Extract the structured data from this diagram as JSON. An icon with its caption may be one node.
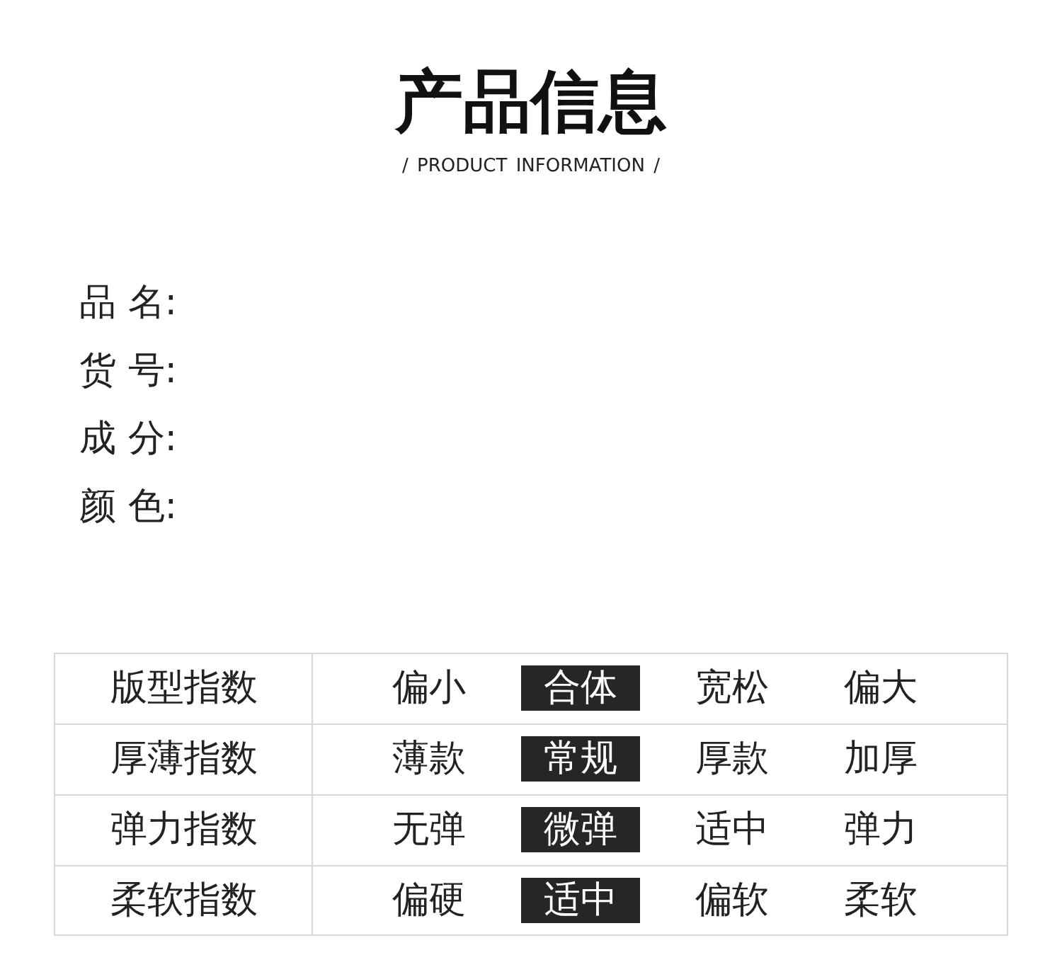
{
  "diagram": {
    "title": "产品信息",
    "nodes": [
      {
        "text": [
          "合体"
        ]
      },
      {
        "text": [
          "常规"
        ]
      },
      {
        "text": [
          "微弹"
        ]
      },
      {
        "text": [
          "适中"
        ]
      }
    ],
    "labels": [
      "/ PRODUCT INFORMATION /",
      "品 名:",
      "货 号:",
      "成 分:",
      "颜 色:",
      "版型指数",
      "偏小",
      "宽松",
      "偏大",
      "厚薄指数",
      "薄款",
      "厚款",
      "加厚",
      "弹力指数",
      "无弹",
      "适中",
      "弹力",
      "柔软指数",
      "偏硬",
      "偏软",
      "柔软"
    ]
  }
}
